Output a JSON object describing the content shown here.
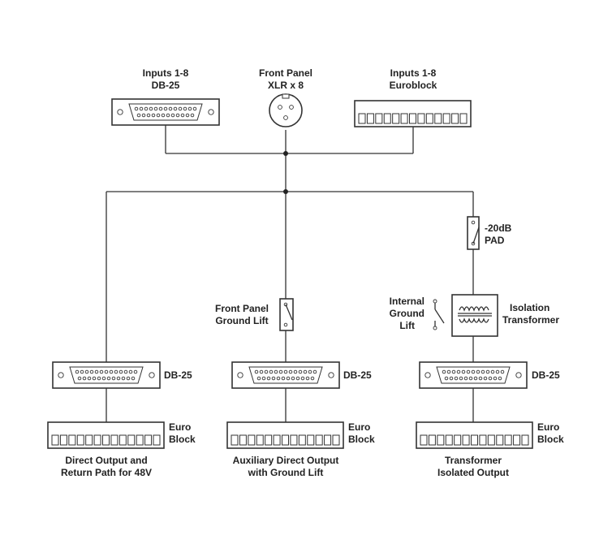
{
  "top": {
    "db25_input": [
      "Inputs 1-8",
      "DB-25"
    ],
    "xlr_input": [
      "Front Panel",
      "XLR x 8"
    ],
    "euro_input": [
      "Inputs 1-8",
      "Euroblock"
    ]
  },
  "right_branch": {
    "pad": [
      "-20dB",
      "PAD"
    ],
    "ground_lift": [
      "Internal",
      "Ground",
      "Lift"
    ],
    "transformer": [
      "Isolation",
      "Transformer"
    ],
    "db25": "DB-25",
    "euro": [
      "Euro",
      "Block"
    ],
    "caption": [
      "Transformer",
      "Isolated Output"
    ]
  },
  "middle_branch": {
    "ground_lift": [
      "Front Panel",
      "Ground Lift"
    ],
    "db25": "DB-25",
    "euro": [
      "Euro",
      "Block"
    ],
    "caption": [
      "Auxiliary Direct Output",
      "with Ground Lift"
    ]
  },
  "left_branch": {
    "db25": "DB-25",
    "euro": [
      "Euro",
      "Block"
    ],
    "caption": [
      "Direct Output and",
      "Return Path for 48V"
    ]
  }
}
